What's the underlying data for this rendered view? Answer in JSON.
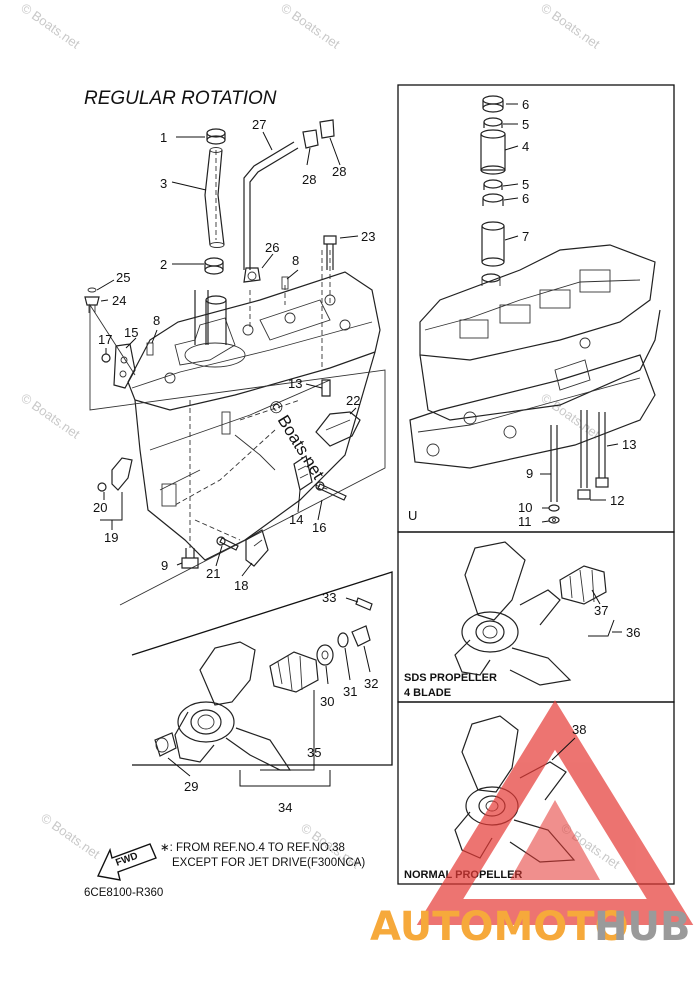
{
  "title": "REGULAR ROTATION",
  "diagram_code": "6CE8100-R360",
  "note": {
    "line1": "∗: FROM REF.NO.4 TO REF.NO.38",
    "line2": "EXCEPT FOR JET DRIVE(F300NCA)"
  },
  "fwd_label": "FWD",
  "panels": {
    "u_label": "U",
    "sds_line1": "SDS PROPELLER",
    "sds_line2": "4 BLADE",
    "normal": "NORMAL PROPELLER"
  },
  "watermark": "© Boats.net",
  "brand": {
    "part1": "AUTOMOTO",
    "part2": "HUB",
    "color1": "#f6a93b",
    "color2": "#9a9a9a",
    "triangle_color": "#e53935"
  },
  "callouts": [
    "1",
    "2",
    "3",
    "4",
    "5",
    "6",
    "7",
    "8",
    "9",
    "10",
    "11",
    "12",
    "13",
    "14",
    "15",
    "16",
    "17",
    "18",
    "19",
    "20",
    "21",
    "22",
    "23",
    "24",
    "25",
    "26",
    "27",
    "28",
    "29",
    "30",
    "31",
    "32",
    "33",
    "34",
    "35",
    "36",
    "37",
    "38"
  ]
}
